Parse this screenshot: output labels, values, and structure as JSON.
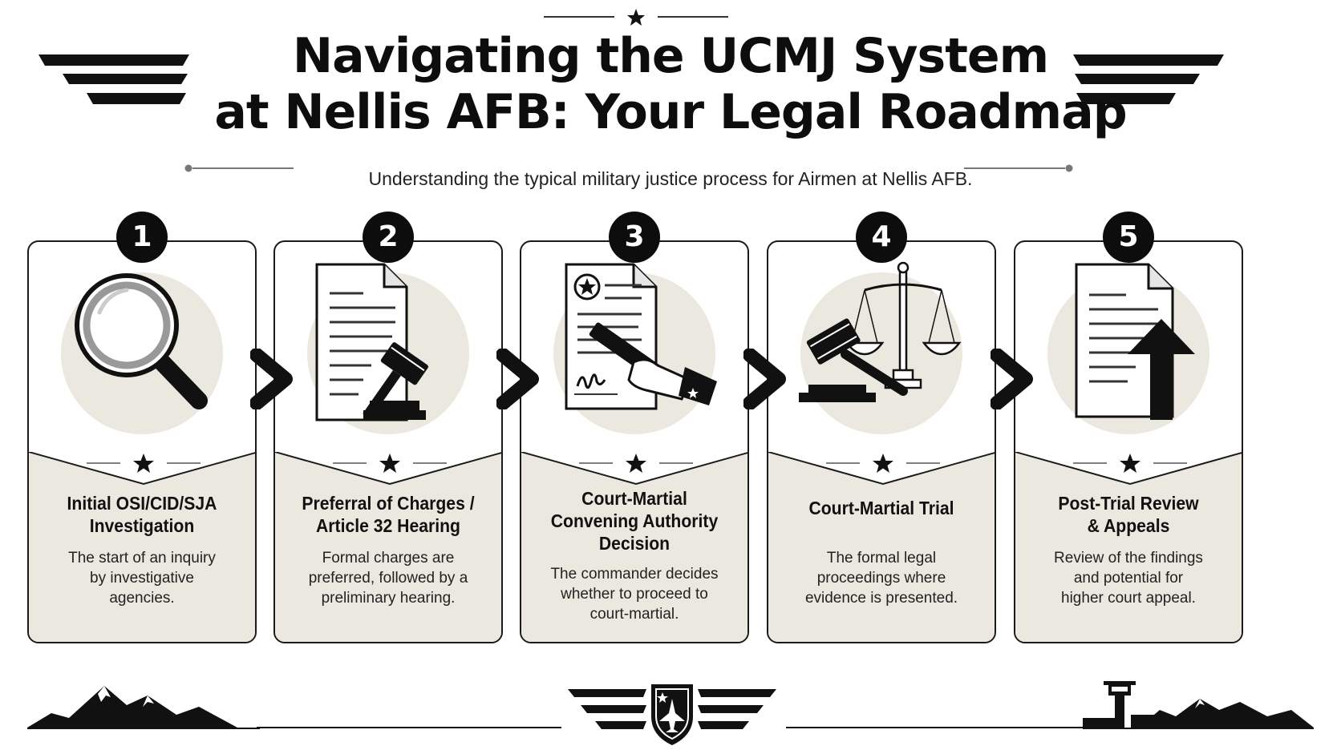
{
  "header": {
    "title_line1": "Navigating the UCMJ System",
    "title_line2": "at Nellis AFB: Your Legal Roadmap",
    "subtitle": "Understanding the typical military justice process for Airmen at Nellis AFB."
  },
  "steps": [
    {
      "number": "1",
      "title": [
        "Initial OSI/CID/SJA",
        "Investigation"
      ],
      "desc": [
        "The start of an inquiry",
        "by investigative",
        "agencies."
      ],
      "icon": "magnifying-glass-icon"
    },
    {
      "number": "2",
      "title": [
        "Preferral of Charges /",
        "Article 32 Hearing"
      ],
      "desc": [
        "Formal charges are",
        "preferred, followed by a",
        "preliminary hearing."
      ],
      "icon": "document-gavel-icon"
    },
    {
      "number": "3",
      "title": [
        "Court-Martial",
        "Convening Authority",
        "Decision"
      ],
      "desc": [
        "The commander decides",
        "whether to proceed to",
        "court-martial."
      ],
      "icon": "signing-document-icon"
    },
    {
      "number": "4",
      "title": [
        "Court-Martial Trial"
      ],
      "desc": [
        "The formal legal",
        "proceedings where",
        "evidence is presented."
      ],
      "icon": "scales-gavel-icon"
    },
    {
      "number": "5",
      "title": [
        "Post-Trial Review",
        "& Appeals"
      ],
      "desc": [
        "Review of the findings",
        "and potential for",
        "higher court appeal."
      ],
      "icon": "document-arrow-up-icon"
    }
  ],
  "colors": {
    "ink": "#0d0d0d",
    "panel": "#ebe8e0",
    "circle": "#ebe8e0"
  }
}
